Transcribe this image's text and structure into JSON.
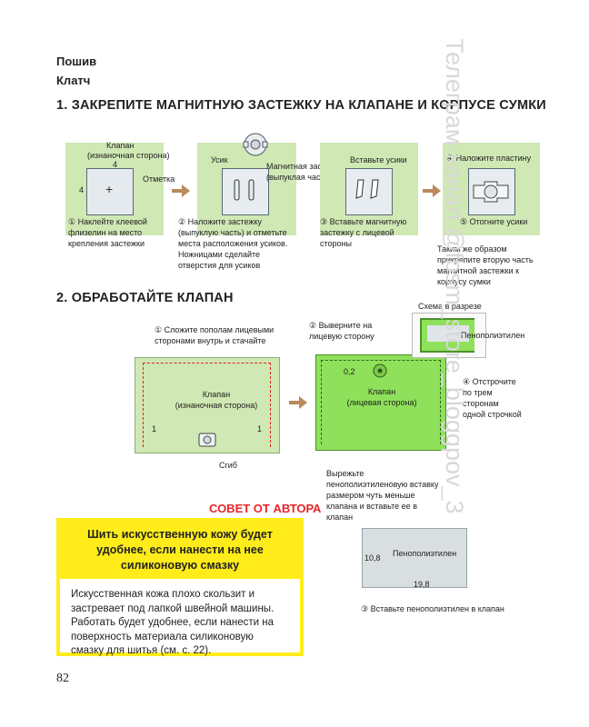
{
  "header": {
    "section": "Пошив",
    "item": "Клатч"
  },
  "step1": {
    "title": "1. ЗАКРЕПИТЕ МАГНИТНУЮ ЗАСТЕЖКУ НА КЛАПАНЕ И КОРПУСЕ СУМКИ",
    "panel1": {
      "label_flap": "Клапан",
      "label_side": "(изнаночная сторона)",
      "dim_top": "4",
      "dim_left": "4",
      "label_mark": "Отметка",
      "caption": "① Наклейте клеевой флизелин на место крепления застежки"
    },
    "panel2": {
      "label_prong": "Усик",
      "label_clasp": "Магнитная застежка",
      "label_clasp_part": "(выпуклая часть)",
      "caption": "② Наложите застежку (выпуклую часть) и отметьте места расположения усиков. Ножницами сделайте отверстия для усиков"
    },
    "panel3": {
      "label_insert": "Вставьте усики",
      "caption": "③ Вставьте магнитную застежку с лицевой стороны"
    },
    "panel4": {
      "label_plate": "④ Наложите пластину",
      "caption": "⑤ Отогните усики"
    },
    "note": "Таким же образом прикрепите вторую часть магнитной застежки к корпусу сумки"
  },
  "step2": {
    "title": "2. ОБРАБОТАЙТЕ КЛАПАН",
    "left": {
      "caption_top": "① Сложите пополам лицевыми сторонами внутрь и стачайте",
      "label_flap": "Клапан",
      "label_side": "(изнаночная сторона)",
      "dim_left": "1",
      "dim_right": "1",
      "label_fold": "Сгиб"
    },
    "right": {
      "caption_turn": "② Выверните на лицевую сторону",
      "dim_02": "0,2",
      "label_flap": "Клапан",
      "label_side": "(лицевая сторона)",
      "caption_stitch": "④ Отстрочите по трем сторонам одной строчкой",
      "section_title": "Схема в разрезе",
      "section_label": "Пенополиэтилен"
    },
    "foam": {
      "caption_cut": "Вырежьте пенополиэтиленовую вставку размером чуть меньше клапана и вставьте ее в клапан",
      "label": "Пенополиэтилен",
      "dim_h": "10,8",
      "dim_w": "19,8",
      "caption_insert": "③ Вставьте пенополиэтилен в клапан"
    }
  },
  "tip": {
    "label": "СОВЕТ ОТ АВТОРА",
    "title": "Шить искусственную кожу будет удобнее, если нанести на нее силиконовую смазку",
    "body": "Искусственная кожа плохо скользит и застревает под лапкой швейной машины. Работать будет удобнее, если нанести на поверхность материала силиконовую смазку для шитья (см. с. 22)."
  },
  "page_number": "82",
  "watermark": "Телеграм-канал @fbsm_store_bloggpov_3",
  "colors": {
    "panel_green": "#cfe8b4",
    "flap_green": "#8fe05a",
    "tip_red": "#e8262a",
    "tip_yellow": "#ffec1a",
    "arrow_brown": "#b98a5c"
  }
}
